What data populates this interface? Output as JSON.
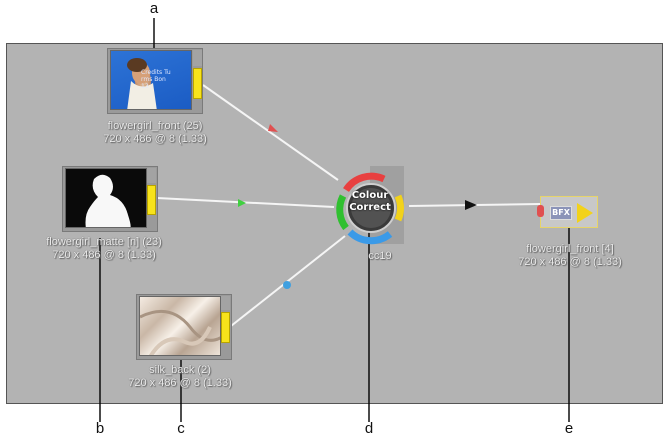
{
  "callouts": {
    "a": "a",
    "b": "b",
    "c": "c",
    "d": "d",
    "e": "e"
  },
  "nodes": {
    "front": {
      "name": "flowergirl_front (25)",
      "res": "720 x 486 @ 8 (1.33)"
    },
    "matte": {
      "name": "flowergirl_matte [n] (23)",
      "res": "720 x 486 @ 8 (1.33)"
    },
    "silk": {
      "name": "silk_back (2)",
      "res": "720 x 486 @ 8 (1.33)"
    },
    "cc": {
      "line1": "Colour",
      "line2": "Correct",
      "label": "cc19"
    },
    "output": {
      "name": "flowergirl_front [4]",
      "res": "720 x 486 @ 8 (1.33)",
      "badge": "BFX"
    }
  },
  "thumb_texts": {
    "front_overlay": "Credits Tu rms Bon 13"
  },
  "colors": {
    "canvas": "#b3b3b3",
    "link": "#f5f5f5",
    "yellow_tab": "#f7e31b",
    "arrow_red": "#e05050",
    "arrow_green": "#40d040",
    "arrow_blue": "#40a0e0",
    "ring_red": "#e84040",
    "ring_green": "#30c030",
    "ring_blue": "#3a9ae8",
    "ring_yellow": "#f2d21a"
  }
}
